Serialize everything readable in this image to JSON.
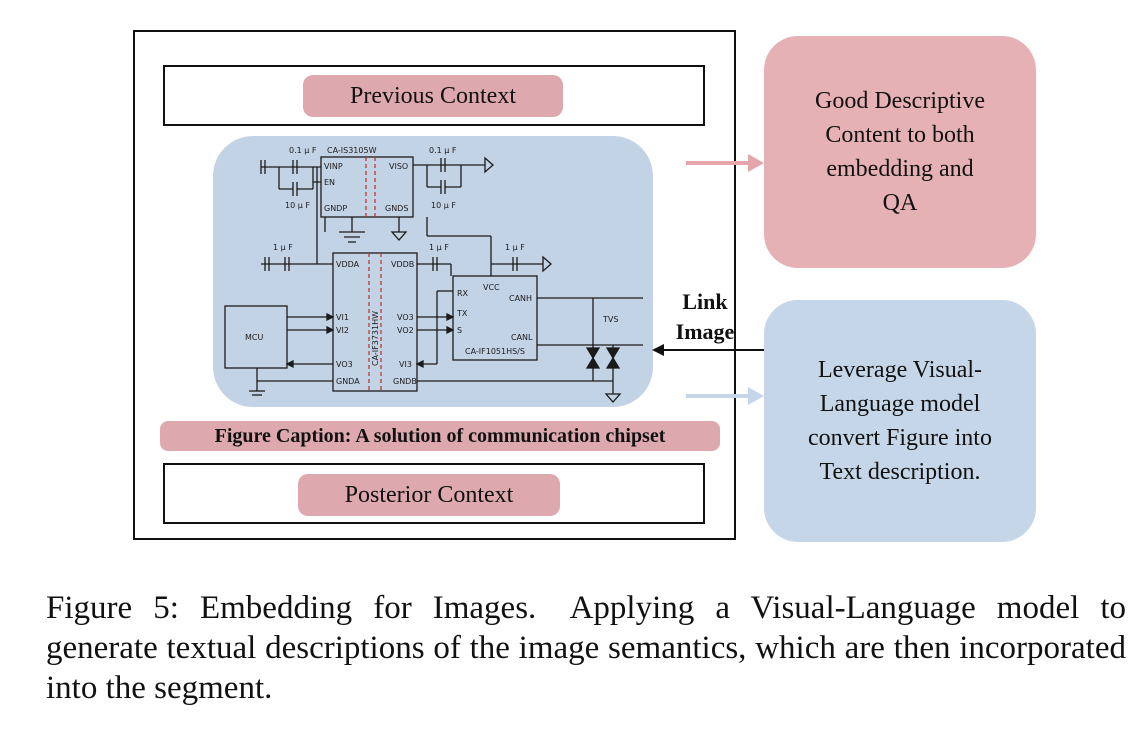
{
  "outer_panel": {
    "previous_context": "Previous Context",
    "posterior_context": "Posterior Context",
    "figure_caption": "Figure Caption: A solution of communication chipset"
  },
  "circuit": {
    "labels": {
      "c1": "0.1 μ F",
      "c2": "10 μ F",
      "c3": "0.1 μ F",
      "c4": "10 μ F",
      "c5": "1 μ F",
      "c6": "1 μ F",
      "c7": "1 μ F",
      "chip1": "CA-IS3105W",
      "vinp": "VINP",
      "en": "EN",
      "viso": "VISO",
      "gndp": "GNDP",
      "gnds": "GNDS",
      "vdda": "VDDA",
      "vddb": "VDDB",
      "vi1": "VI1",
      "vi2": "VI2",
      "vo3_left": "VO3",
      "gnda": "GNDA",
      "vo3_right": "VO3",
      "vo2": "VO2",
      "vi3": "VI3",
      "gndb": "GNDB",
      "chip2": "CA-IF3731HW",
      "mcu": "MCU",
      "rx": "RX",
      "tx": "TX",
      "s": "S",
      "vcc": "VCC",
      "canh": "CANH",
      "canl": "CANL",
      "chip3": "CA-IF1051HS/S",
      "tvs": "TVS"
    }
  },
  "link_image": {
    "line1": "Link",
    "line2": "Image"
  },
  "right_boxes": {
    "good": {
      "lines": [
        "Good Descriptive",
        "Content to both",
        "embedding and",
        "QA"
      ]
    },
    "leverage": {
      "lines": [
        "Leverage Visual-",
        "Language model",
        "convert Figure into",
        "Text description."
      ]
    }
  },
  "figure_text": {
    "label": "Figure 5:",
    "title": "Embedding for Images.",
    "body": "Applying a Visual-Language model to generate textual descriptions of the image semantics, which are then incorporated into the segment."
  },
  "colors": {
    "pink": "#dea9ae",
    "pink_arrow": "#e4a6ab",
    "blue": "#c3d3e6",
    "blue_arrow": "#c6d6e9"
  }
}
